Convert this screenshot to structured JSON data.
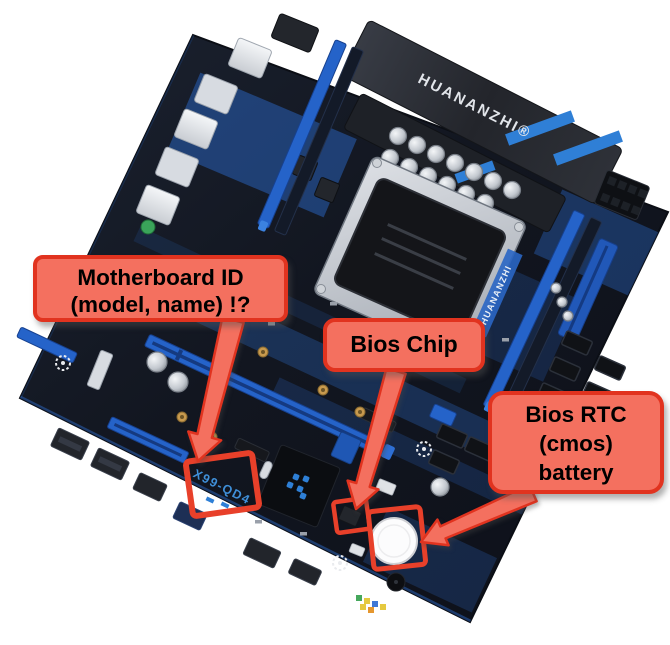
{
  "figure": {
    "background": "#ffffff"
  },
  "board": {
    "heatsink_label": "HUANANZHI®",
    "model_silkscreen": "X99-QD4",
    "socket_side_silkscreen": "HUANANZHI",
    "pcb_color": "#131722",
    "slot_blue": "#2563c9",
    "silkscreen_blue": "#3f8fd8"
  },
  "annotations": {
    "style": {
      "box_fill": "#f4705f",
      "box_border": "#e1331f",
      "highlight_stroke": "#e8402a",
      "text_color": "#000000"
    },
    "callouts": [
      {
        "id": "motherboard-id",
        "lines": [
          "Motherboard ID",
          "(model, name) !?"
        ]
      },
      {
        "id": "bios-chip",
        "lines": [
          "Bios Chip"
        ]
      },
      {
        "id": "bios-rtc-battery",
        "lines": [
          "Bios RTC",
          "(cmos)",
          "battery"
        ]
      }
    ]
  }
}
